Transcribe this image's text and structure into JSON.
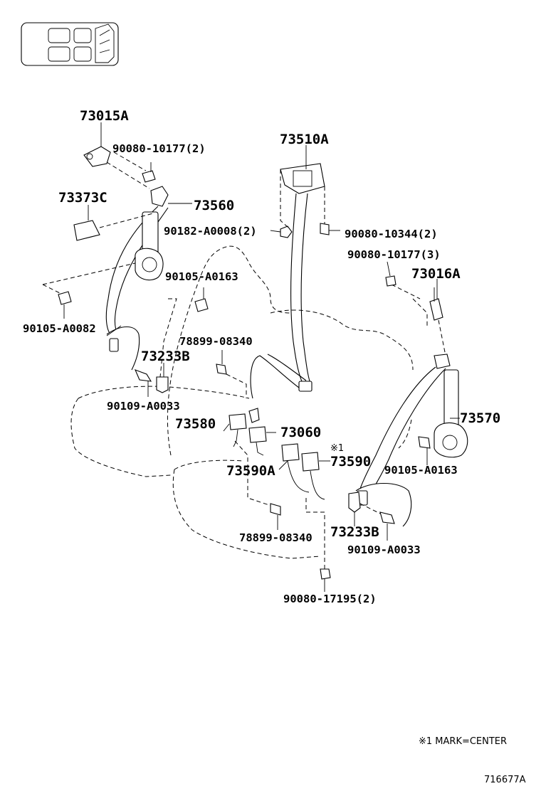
{
  "labels": {
    "p73015A": "73015A",
    "p73373C": "73373C",
    "p73560": "73560",
    "p73510A": "73510A",
    "p73016A": "73016A",
    "p73233B_left": "73233B",
    "p73580": "73580",
    "p73060": "73060",
    "p73590": "73590",
    "p73590A": "73590A",
    "p73570": "73570",
    "p73233B_right": "73233B",
    "b90080_10177_2": "90080-10177(2)",
    "b90182_A0008_2": "90182-A0008(2)",
    "b90105_A0163_left": "90105-A0163",
    "b90105_A0082": "90105-A0082",
    "b90109_A0033_left": "90109-A0033",
    "b90080_10344_2": "90080-10344(2)",
    "b90080_10177_3": "90080-10177(3)",
    "b78899_08340_top": "78899-08340",
    "b90105_A0163_right": "90105-A0163",
    "b78899_08340_bottom": "78899-08340",
    "b90109_A0033_right": "90109-A0033",
    "b90080_17195_2": "90080-17195(2)",
    "mark_symbol": "※1"
  },
  "footnote": "※1 MARK=CENTER",
  "diagram_code": "716677A",
  "icons": {
    "vehicle_seat_layout": "vehicle-seat-layout-icon"
  }
}
